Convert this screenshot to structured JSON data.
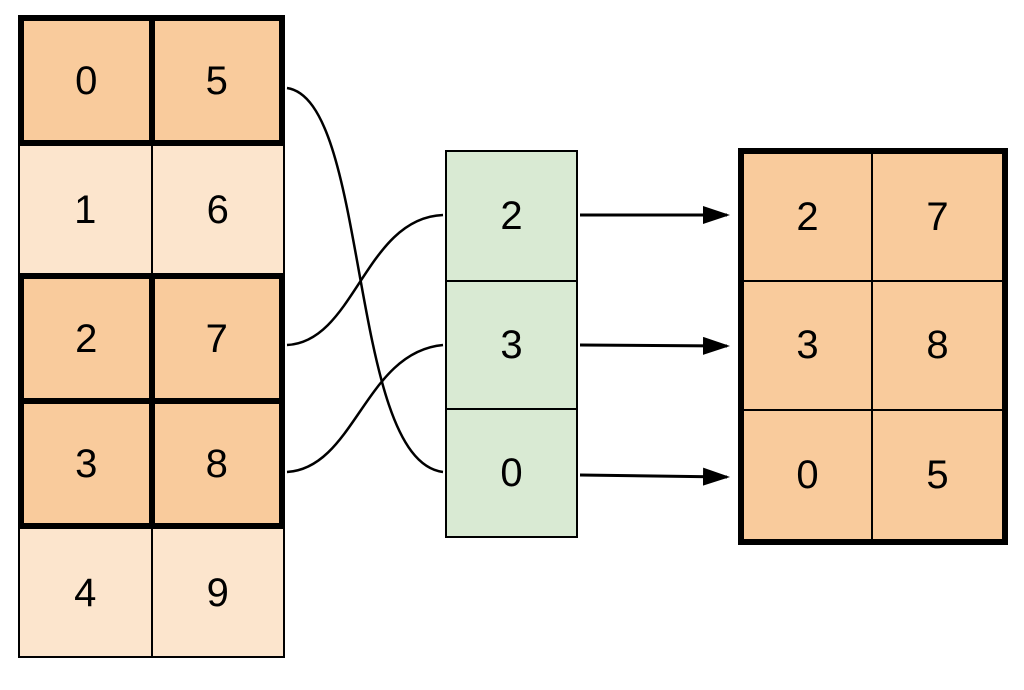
{
  "diagram": {
    "description": "index-gather-diagram",
    "source_table": {
      "rows": [
        {
          "highlighted": true,
          "values": [
            "0",
            "5"
          ]
        },
        {
          "highlighted": false,
          "values": [
            "1",
            "6"
          ]
        },
        {
          "highlighted": true,
          "values": [
            "2",
            "7"
          ]
        },
        {
          "highlighted": true,
          "values": [
            "3",
            "8"
          ]
        },
        {
          "highlighted": false,
          "values": [
            "4",
            "9"
          ]
        }
      ]
    },
    "index_column": {
      "values": [
        "2",
        "3",
        "0"
      ]
    },
    "result_table": {
      "rows": [
        {
          "values": [
            "2",
            "7"
          ]
        },
        {
          "values": [
            "3",
            "8"
          ]
        },
        {
          "values": [
            "0",
            "5"
          ]
        }
      ]
    },
    "connections": {
      "curves": [
        {
          "from_source_row": 0,
          "to_index_cell": 2
        },
        {
          "from_source_row": 2,
          "to_index_cell": 0
        },
        {
          "from_source_row": 3,
          "to_index_cell": 1
        }
      ],
      "arrows": [
        {
          "from_index_cell": 0,
          "to_result_row": 0
        },
        {
          "from_index_cell": 1,
          "to_result_row": 1
        },
        {
          "from_index_cell": 2,
          "to_result_row": 2
        }
      ]
    },
    "colors": {
      "highlight_fill": "#f9cb9c",
      "muted_fill": "#fce5cd",
      "index_fill": "#d9ead3",
      "stroke": "#000000"
    }
  }
}
